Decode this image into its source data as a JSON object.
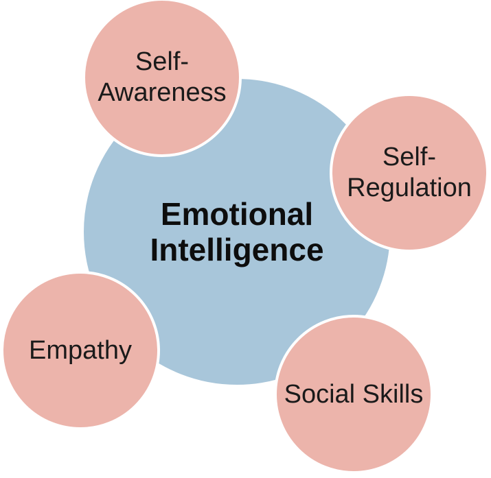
{
  "diagram": {
    "type": "hub-and-spoke-circle-diagram",
    "background_color": "#ffffff",
    "center": {
      "label": "Emotional Intelligence",
      "lines": [
        "Emotional",
        "Intelligence"
      ],
      "fill_color": "#a8c6da",
      "border_color": "#ffffff",
      "text_color": "#0d0d0d"
    },
    "satellite_style": {
      "fill_color": "#ecb4ab",
      "border_color": "#ffffff",
      "text_color": "#1a1a1a"
    },
    "satellites": [
      {
        "id": "self-awareness",
        "label": "Self-Awareness",
        "lines": [
          "Self-",
          "Awareness"
        ]
      },
      {
        "id": "self-regulation",
        "label": "Self-Regulation",
        "lines": [
          "Self-",
          "Regulation"
        ]
      },
      {
        "id": "empathy",
        "label": "Empathy",
        "lines": [
          "Empathy"
        ]
      },
      {
        "id": "social-skills",
        "label": "Social Skills",
        "lines": [
          "Social Skills"
        ]
      }
    ]
  }
}
